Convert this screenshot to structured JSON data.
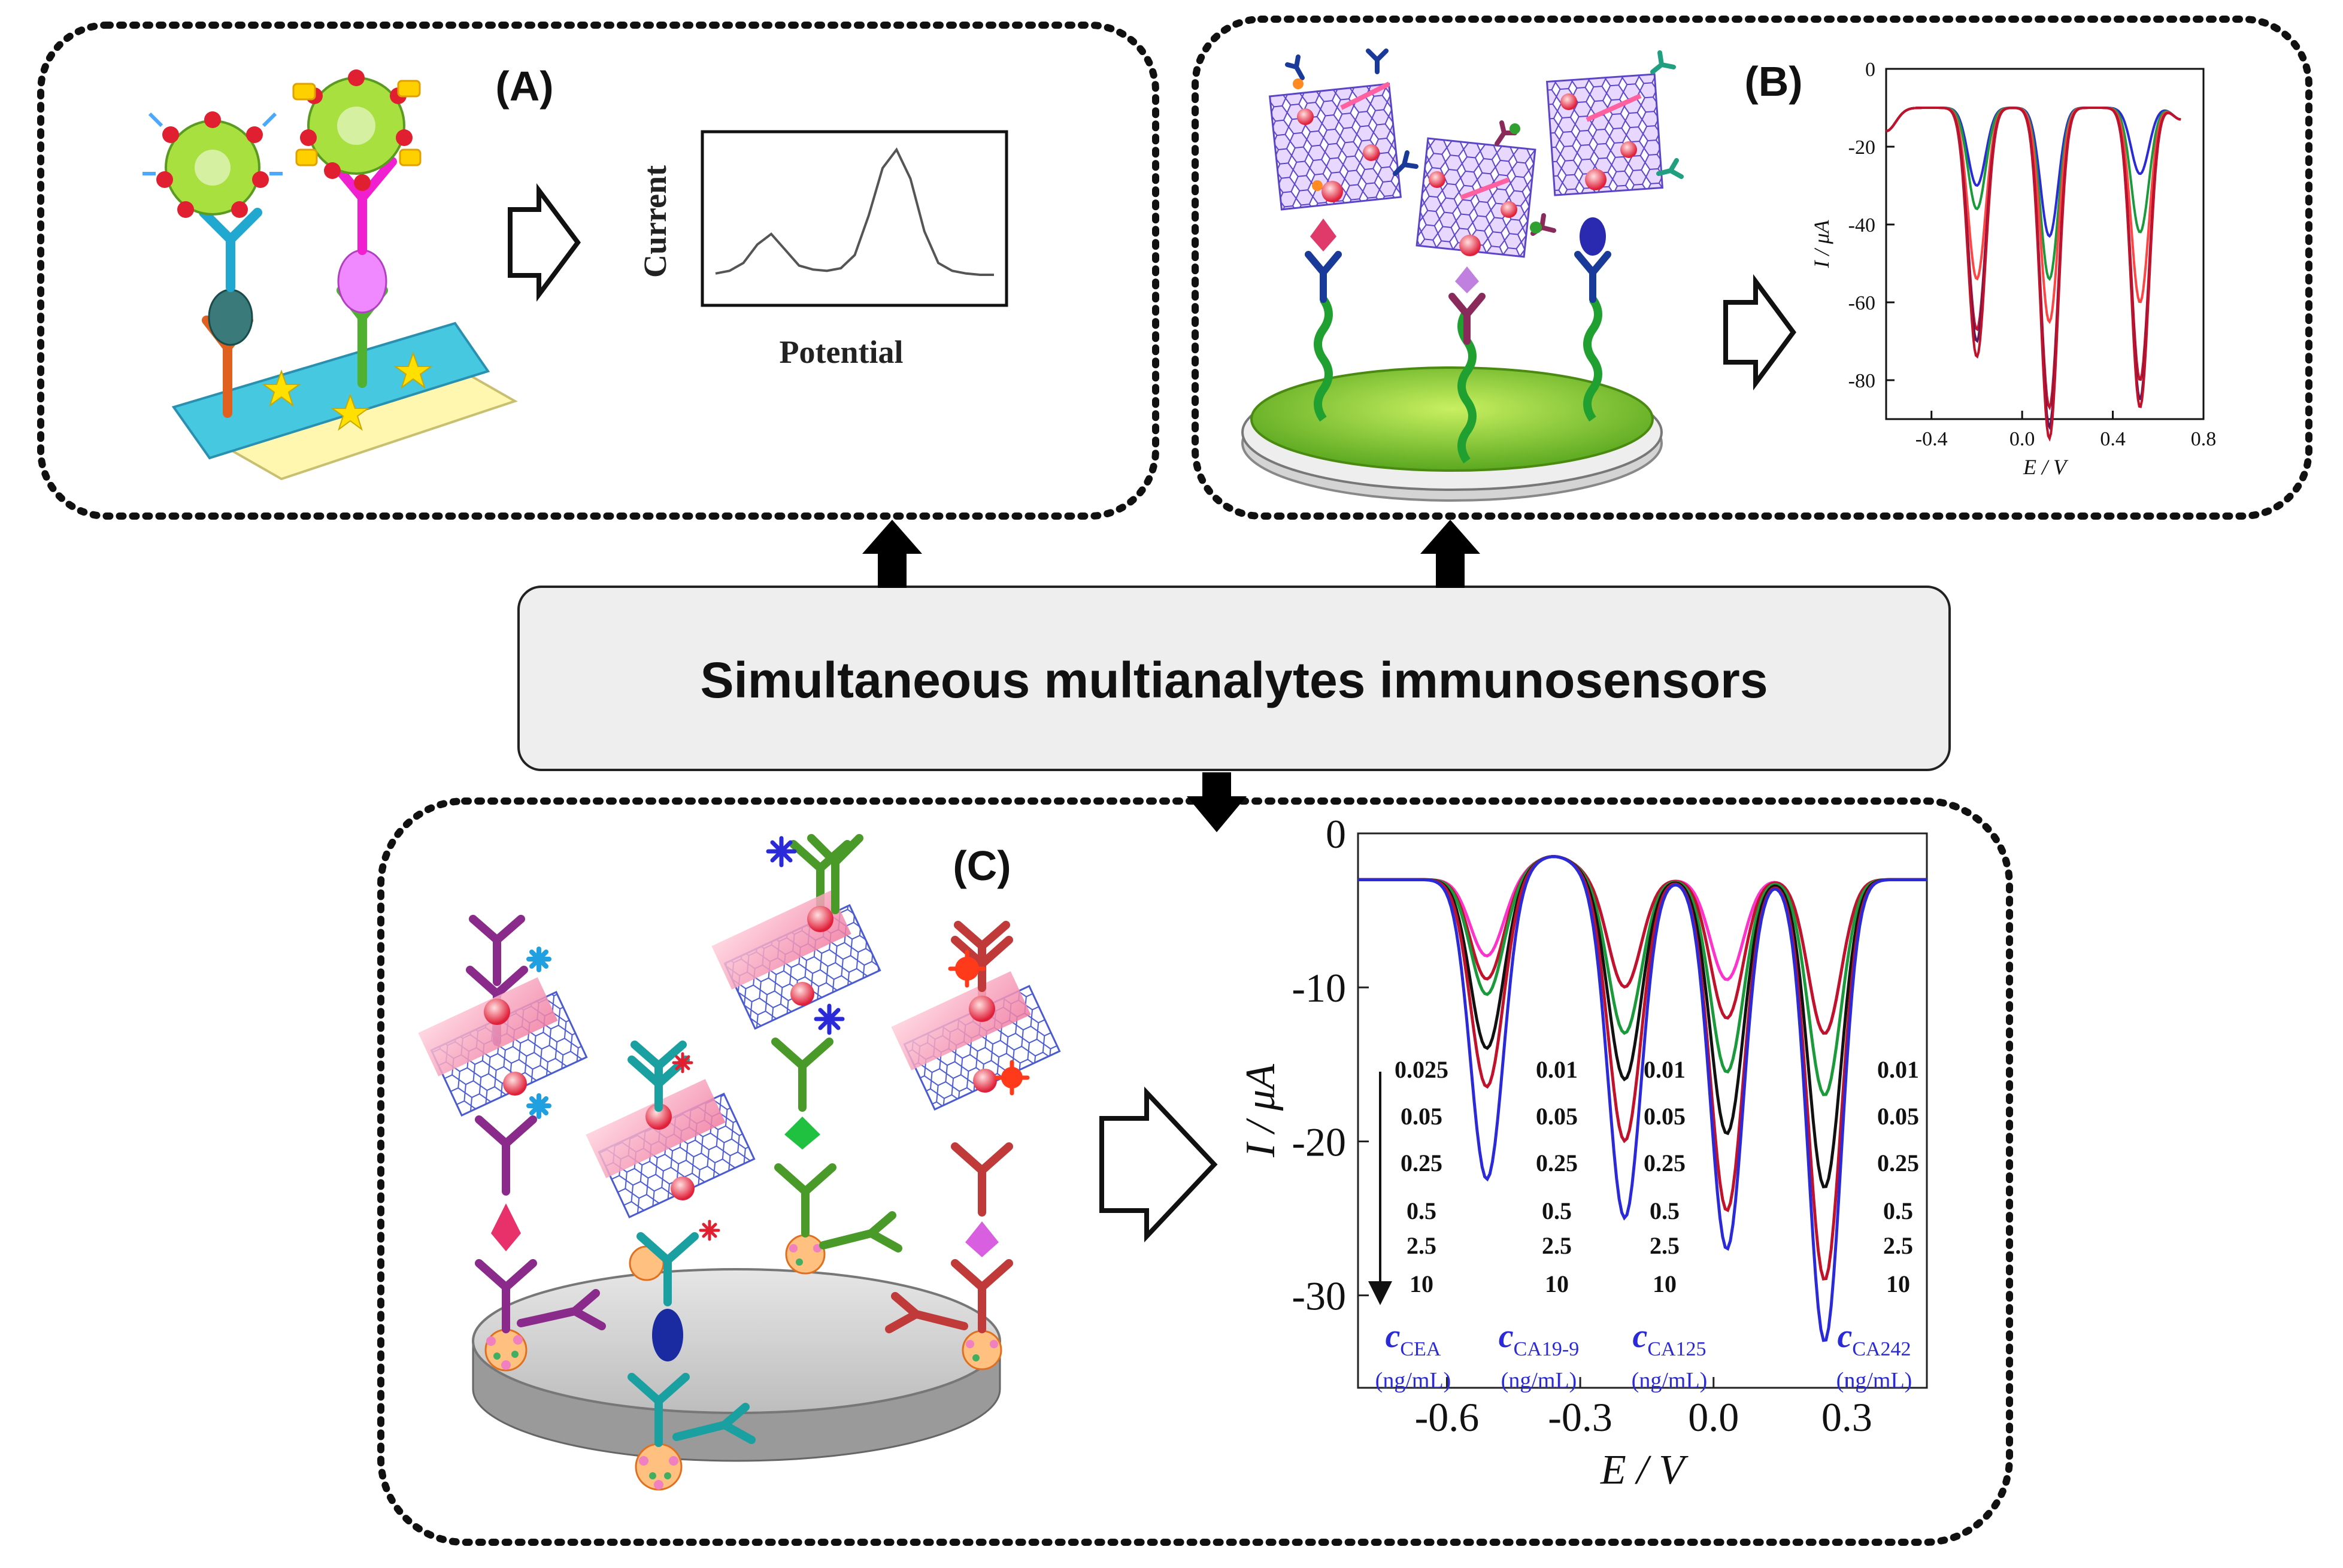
{
  "center_label": "Simultaneous multianalytes immunosensors",
  "panels": {
    "a": {
      "label": "(A)",
      "plot": {
        "ylabel": "Current",
        "xlabel": "Potential"
      }
    },
    "b": {
      "label": "(B)"
    },
    "c": {
      "label": "(C)",
      "concentration_columns": [
        {
          "values": [
            "0.025",
            "0.05",
            "0.25",
            "0.5",
            "2.5",
            "10"
          ],
          "analyte": "CEA"
        },
        {
          "values": [
            "0.01",
            "0.05",
            "0.25",
            "0.5",
            "2.5",
            "10"
          ],
          "analyte": "CA19-9"
        },
        {
          "values": [
            "0.01",
            "0.05",
            "0.25",
            "0.5",
            "2.5",
            "10"
          ],
          "analyte": "CA125"
        },
        {
          "values": [
            "0.01",
            "0.05",
            "0.25",
            "0.5",
            "2.5",
            "10"
          ],
          "analyte": "CA242"
        }
      ],
      "conc_symbol": "c",
      "conc_unit": "(ng/mL)"
    }
  },
  "colors": {
    "frame": "#111111",
    "center_box_fill": "#eeeeee",
    "curve_black": "#111111",
    "curve_red": "#c0122b",
    "curve_blue": "#2a2ad8",
    "curve_green": "#1a9a3a",
    "curve_magenta": "#ff33cc",
    "curve_purple": "#5a1a5a",
    "annotation_blue": "#2a2ad8"
  },
  "chart_data": [
    {
      "panel": "A",
      "type": "line",
      "xlabel": "Potential",
      "ylabel": "Current",
      "series": [
        {
          "color": "#555555",
          "x": [
            0,
            1,
            2,
            3,
            4,
            5,
            6,
            7,
            8,
            9,
            10,
            11,
            12,
            13,
            14,
            15,
            16,
            17,
            18,
            19,
            20
          ],
          "values": [
            0.06,
            0.08,
            0.14,
            0.28,
            0.36,
            0.24,
            0.12,
            0.09,
            0.08,
            0.1,
            0.2,
            0.5,
            0.86,
            1.0,
            0.78,
            0.38,
            0.14,
            0.08,
            0.06,
            0.05,
            0.05
          ]
        }
      ]
    },
    {
      "panel": "B",
      "type": "line",
      "xlabel": "E / V",
      "ylabel": "I / μA",
      "xlim": [
        -0.6,
        0.8
      ],
      "ylim": [
        -90,
        0
      ],
      "xticks": [
        "-0.4",
        "0.0",
        "0.4",
        "0.8"
      ],
      "yticks": [
        "0",
        "-20",
        "-40",
        "-60",
        "-80"
      ],
      "peaks_x": [
        -0.2,
        0.12,
        0.52
      ],
      "series": [
        {
          "color": "#2a2ad8",
          "depths": [
            20,
            33,
            17
          ]
        },
        {
          "color": "#1a9a3a",
          "depths": [
            26,
            44,
            32
          ]
        },
        {
          "color": "#ff4444",
          "depths": [
            44,
            55,
            50
          ]
        },
        {
          "color": "#c0122b",
          "depths": [
            57,
            77,
            70
          ]
        },
        {
          "color": "#5a1a5a",
          "depths": [
            60,
            82,
            75
          ]
        },
        {
          "color": "#c0122b",
          "depths": [
            64,
            85,
            77
          ]
        }
      ]
    },
    {
      "panel": "C",
      "type": "line",
      "xlabel": "E / V",
      "ylabel": "I / μA",
      "xlim": [
        -0.8,
        0.48
      ],
      "ylim": [
        -36,
        0
      ],
      "xticks": [
        "-0.6",
        "-0.3",
        "0.0",
        "0.3"
      ],
      "yticks": [
        "0",
        "-10",
        "-20",
        "-30"
      ],
      "peaks_x": [
        -0.51,
        -0.2,
        0.03,
        0.25
      ],
      "series": [
        {
          "color": "#ff33cc",
          "depths": [
            5.0,
            7.0,
            6.5,
            10.0
          ]
        },
        {
          "color": "#c0122b",
          "depths": [
            6.5,
            7.0,
            9.0,
            10.0
          ]
        },
        {
          "color": "#1a9a3a",
          "depths": [
            7.5,
            10.0,
            12.5,
            14.0
          ]
        },
        {
          "color": "#111111",
          "depths": [
            11.0,
            13.0,
            16.5,
            20.0
          ]
        },
        {
          "color": "#c0122b",
          "depths": [
            13.5,
            17.0,
            21.5,
            26.0
          ]
        },
        {
          "color": "#2a2ad8",
          "depths": [
            19.5,
            22.0,
            24.0,
            30.0
          ]
        }
      ]
    }
  ]
}
